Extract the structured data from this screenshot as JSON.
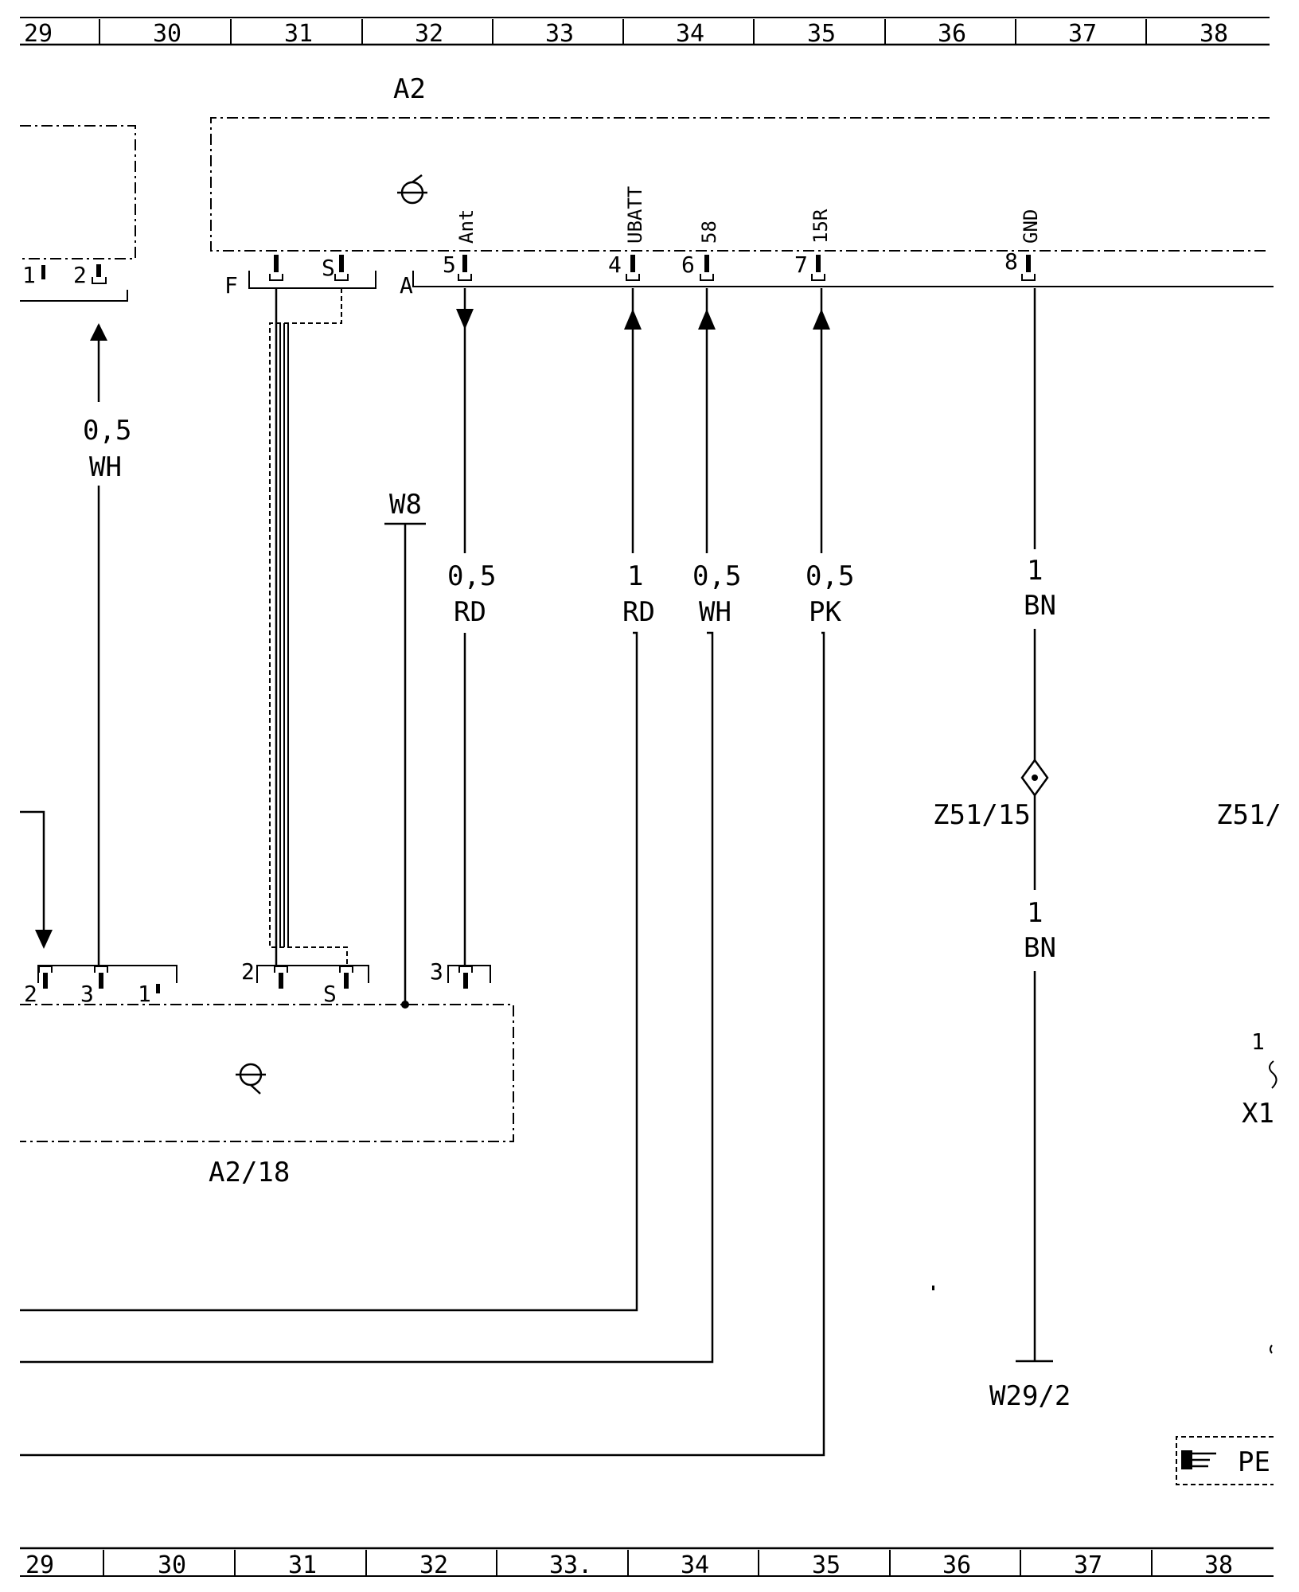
{
  "grid": {
    "top": [
      "29",
      "30",
      "31",
      "32",
      "33",
      "34",
      "35",
      "36",
      "37",
      "38"
    ],
    "bottom": [
      "29",
      "30",
      "31",
      "32",
      "33.",
      "34",
      "35",
      "36",
      "37",
      "38"
    ]
  },
  "components": {
    "a2": {
      "name": "A2"
    },
    "a2_18": {
      "name": "A2/18"
    },
    "w8": {
      "name": "W8"
    },
    "w29_2": {
      "name": "W29/2"
    },
    "z51_15": {
      "name": "Z51/15"
    },
    "z51_partial": {
      "name": "Z51/"
    },
    "x18_partial": {
      "name": "X1",
      "pin": "1"
    },
    "note_partial": {
      "name": "PE"
    }
  },
  "connectors": {
    "a2_f": "F",
    "a2_a": "A",
    "a2_left_pin1": "1",
    "a2_left_pin2": "2",
    "a2_s": "S",
    "a2_pin5": "5",
    "a2_pin4": "4",
    "a2_pin6": "6",
    "a2_pin7": "7",
    "a2_pin8": "8",
    "a218_pin2a": "2",
    "a218_pin3a": "3",
    "a218_pin1": "1",
    "a218_pin2b": "2",
    "a218_s": "S",
    "a218_pin3b": "3"
  },
  "signals": {
    "ant": "Ant",
    "ubatt": "UBATT",
    "s58": "58",
    "s15r": "15R",
    "gnd": "GND"
  },
  "wires": {
    "wh_left": {
      "size": "0,5",
      "color": "WH"
    },
    "ant": {
      "size": "0,5",
      "color": "RD"
    },
    "ubatt": {
      "size": "1",
      "color": "RD"
    },
    "s58": {
      "size": "0,5",
      "color": "WH"
    },
    "s15r": {
      "size": "0,5",
      "color": "PK"
    },
    "gnd_upper": {
      "size": "1",
      "color": "BN"
    },
    "gnd_lower": {
      "size": "1",
      "color": "BN"
    }
  },
  "icons": {
    "a2_symbol": "radio-transistor-icon",
    "a218_symbol": "radio-transistor-icon",
    "splice": "splice-diamond-icon",
    "note": "pointing-hand-icon"
  }
}
